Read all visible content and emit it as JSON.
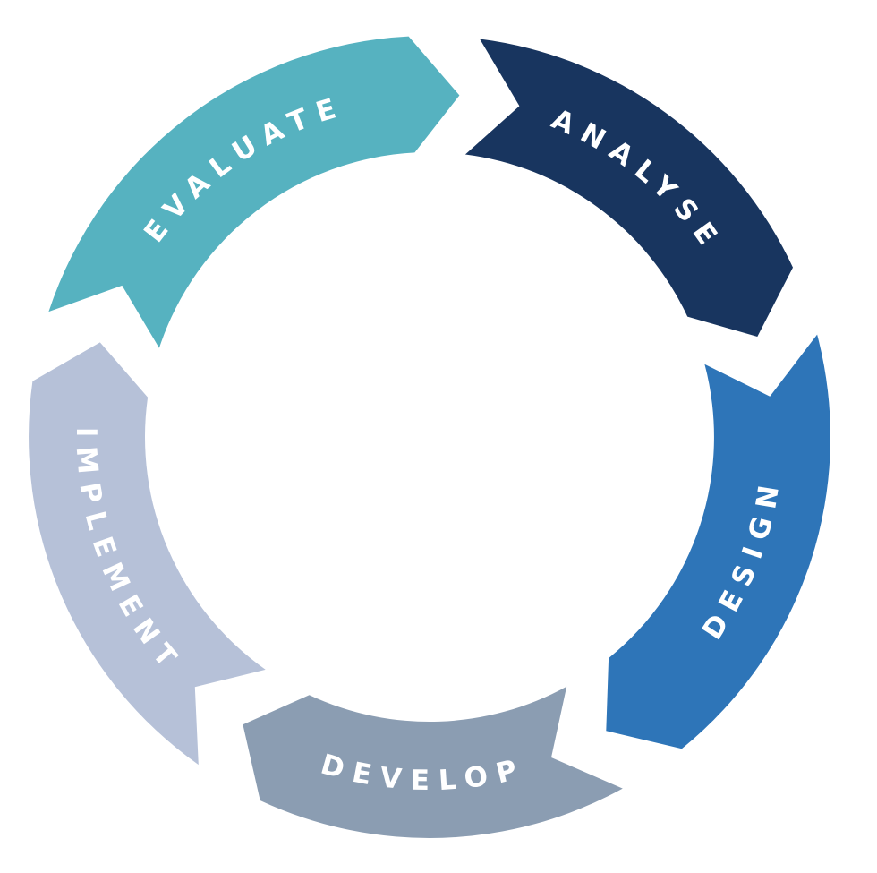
{
  "diagram": {
    "type": "cycle",
    "segments": [
      {
        "id": "analyse",
        "label": "ANALYSE",
        "color": "#18355f",
        "text_color": "#ffffff"
      },
      {
        "id": "design",
        "label": "DESIGN",
        "color": "#2e75b8",
        "text_color": "#ffffff"
      },
      {
        "id": "develop",
        "label": "DEVELOP",
        "color": "#8b9db2",
        "text_color": "#ffffff"
      },
      {
        "id": "implement",
        "label": "IMPLEMENT",
        "color": "#b6c1d8",
        "text_color": "#ffffff"
      },
      {
        "id": "evaluate",
        "label": "EVALUATE",
        "color": "#56b2c0",
        "text_color": "#ffffff"
      }
    ]
  }
}
